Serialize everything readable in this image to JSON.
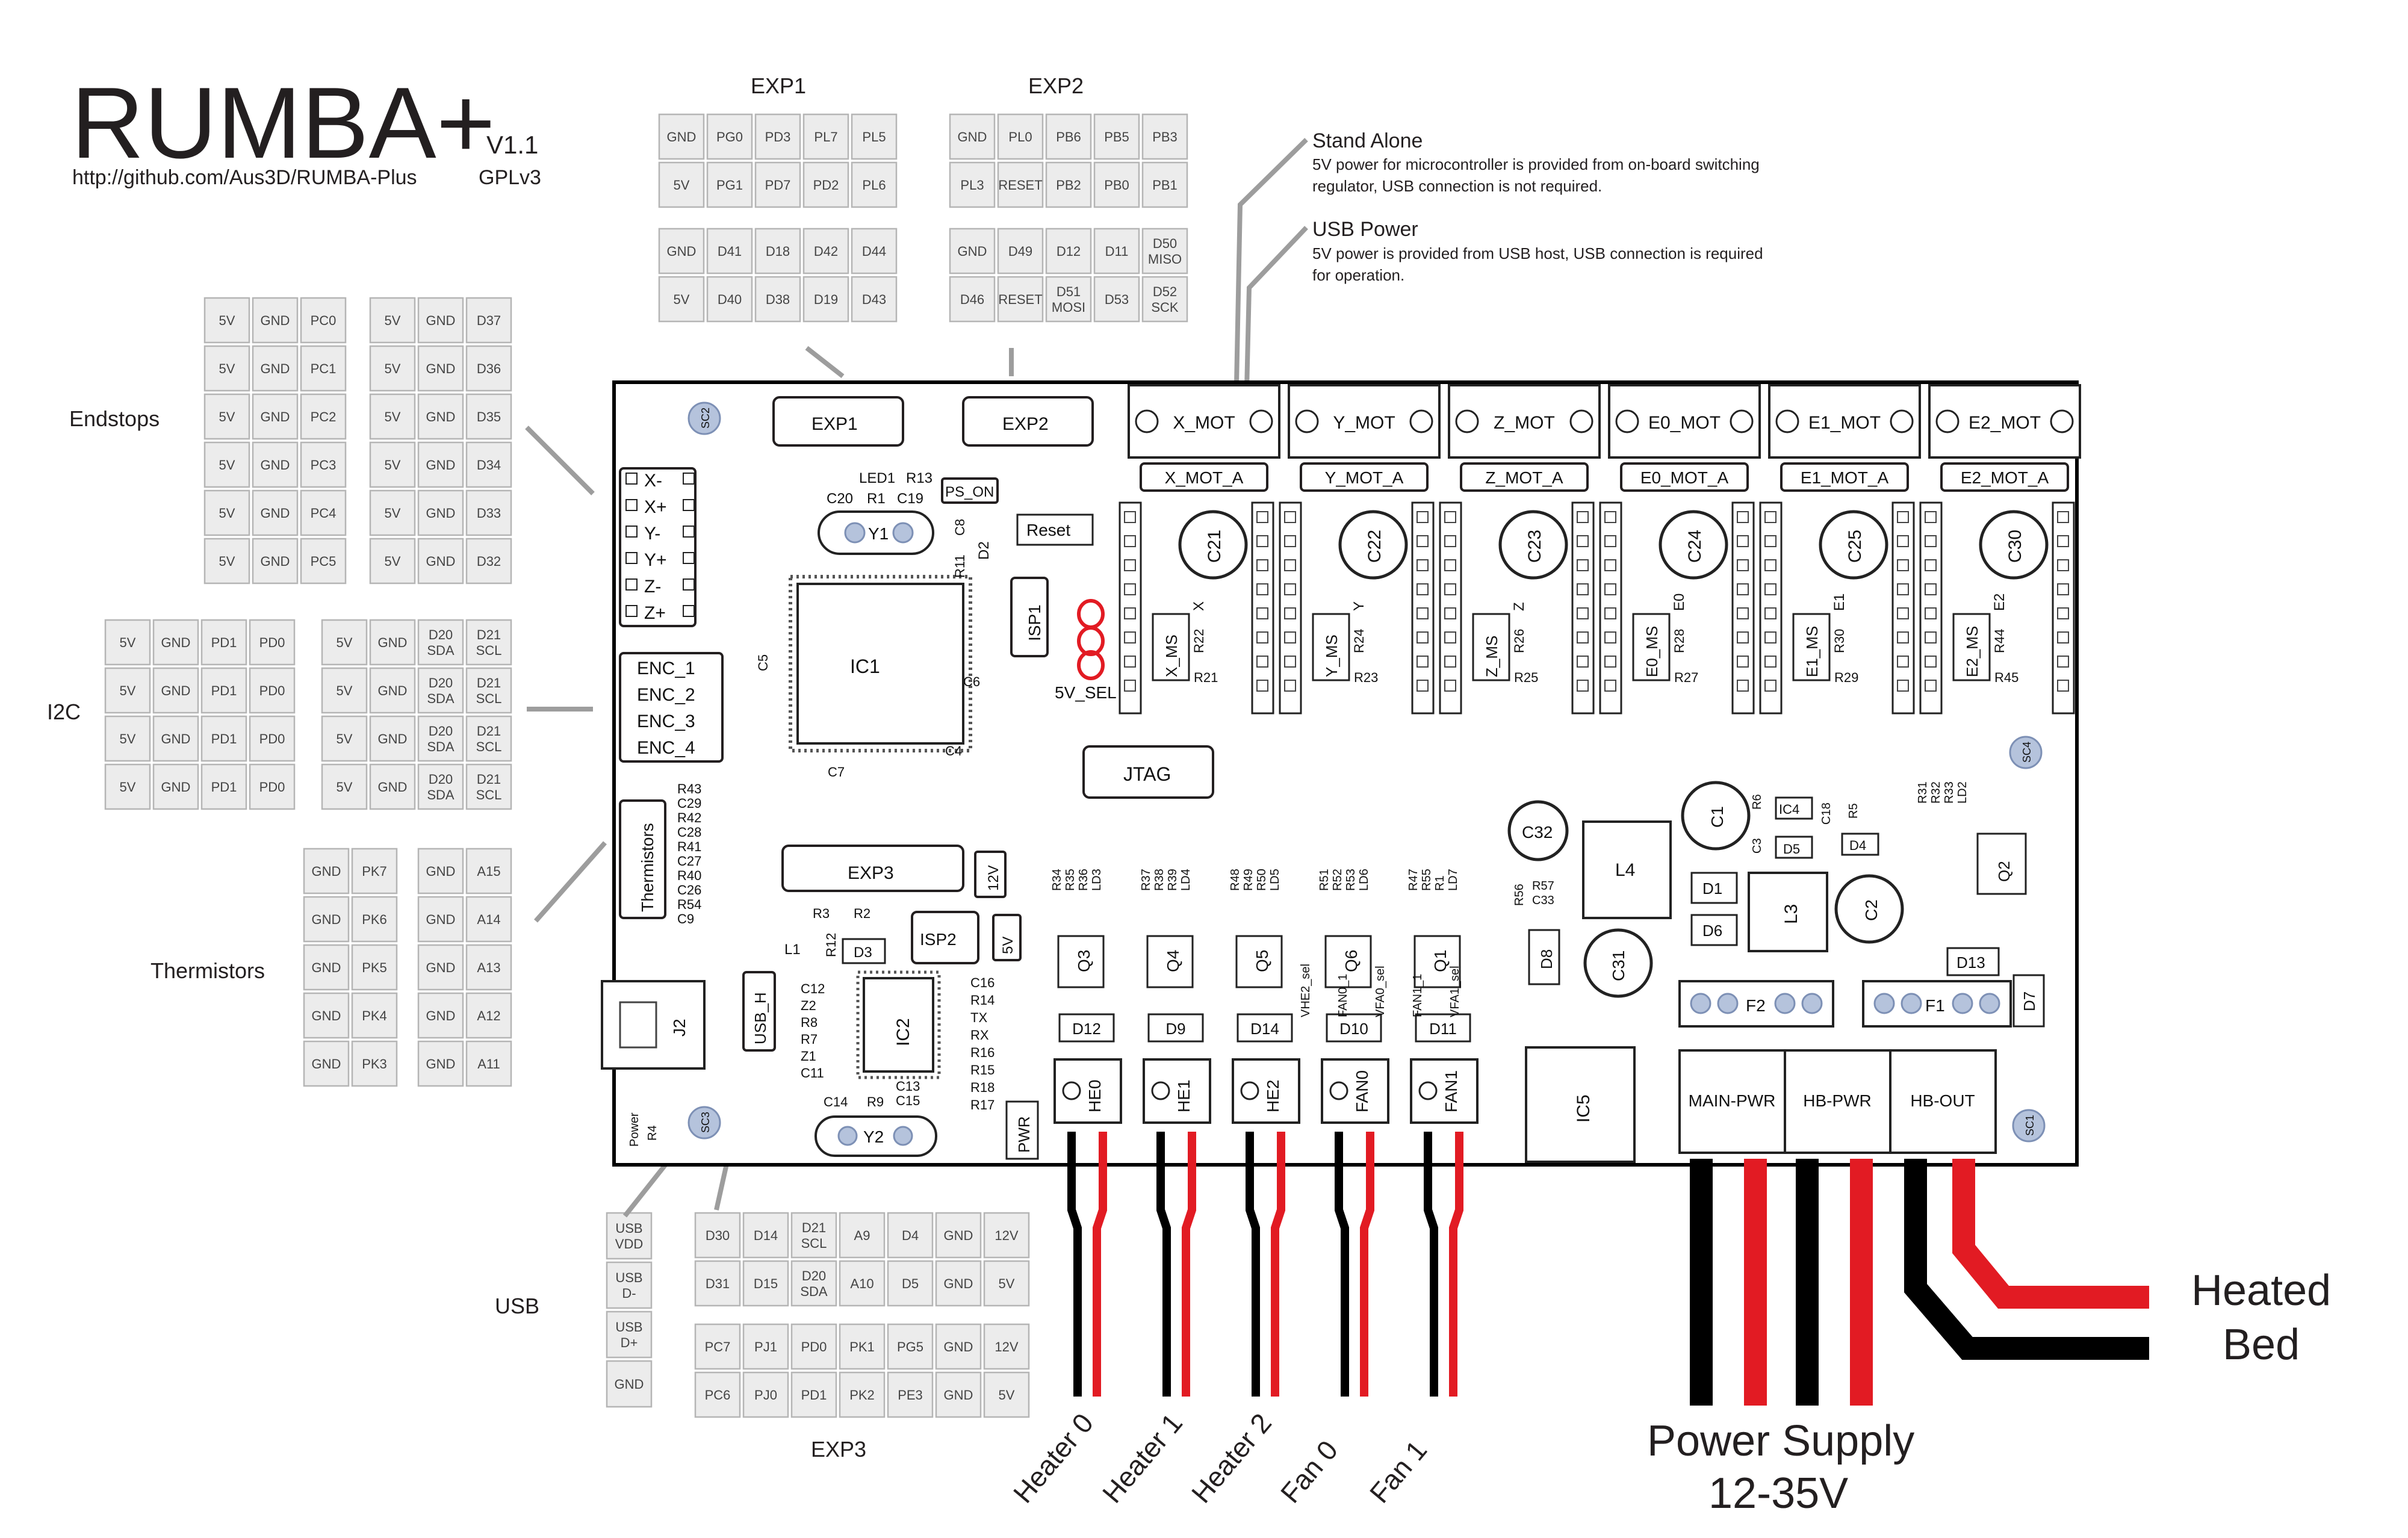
{
  "title": {
    "main": "RUMBA+",
    "version": "V1.1",
    "url": "http://github.com/Aus3D/RUMBA-Plus",
    "license": "GPLv3"
  },
  "headings": {
    "exp1": "EXP1",
    "exp2": "EXP2",
    "exp3": "EXP3",
    "endstops": "Endstops",
    "i2c": "I2C",
    "thermistors": "Thermistors",
    "usb": "USB"
  },
  "notes": {
    "stand_alone_title": "Stand Alone",
    "stand_alone_line1": "5V power for microcontroller is provided from on-board switching",
    "stand_alone_line2": "regulator, USB connection is not required.",
    "usb_power_title": "USB Power",
    "usb_power_line1": "5V power is provided from USB host, USB connection is required",
    "usb_power_line2": "for operation."
  },
  "tables": {
    "exp1_top": [
      [
        "GND",
        "PG0",
        "PD3",
        "PL7",
        "PL5"
      ],
      [
        "5V",
        "PG1",
        "PD7",
        "PD2",
        "PL6"
      ]
    ],
    "exp1_bottom": [
      [
        "GND",
        "D41",
        "D18",
        "D42",
        "D44"
      ],
      [
        "5V",
        "D40",
        "D38",
        "D19",
        "D43"
      ]
    ],
    "exp2_top": [
      [
        "GND",
        "PL0",
        "PB6",
        "PB5",
        "PB3"
      ],
      [
        "PL3",
        "RESET",
        "PB2",
        "PB0",
        "PB1"
      ]
    ],
    "exp2_bottom": [
      [
        "GND",
        "D49",
        "D12",
        "D11",
        "D50\nMISO"
      ],
      [
        "D46",
        "RESET",
        "D51\nMOSI",
        "D53",
        "D52\nSCK"
      ]
    ],
    "endstops_left": [
      [
        "5V",
        "GND",
        "PC0"
      ],
      [
        "5V",
        "GND",
        "PC1"
      ],
      [
        "5V",
        "GND",
        "PC2"
      ],
      [
        "5V",
        "GND",
        "PC3"
      ],
      [
        "5V",
        "GND",
        "PC4"
      ],
      [
        "5V",
        "GND",
        "PC5"
      ]
    ],
    "endstops_right": [
      [
        "5V",
        "GND",
        "D37"
      ],
      [
        "5V",
        "GND",
        "D36"
      ],
      [
        "5V",
        "GND",
        "D35"
      ],
      [
        "5V",
        "GND",
        "D34"
      ],
      [
        "5V",
        "GND",
        "D33"
      ],
      [
        "5V",
        "GND",
        "D32"
      ]
    ],
    "i2c_left": [
      [
        "5V",
        "GND",
        "PD1",
        "PD0"
      ],
      [
        "5V",
        "GND",
        "PD1",
        "PD0"
      ],
      [
        "5V",
        "GND",
        "PD1",
        "PD0"
      ],
      [
        "5V",
        "GND",
        "PD1",
        "PD0"
      ]
    ],
    "i2c_right": [
      [
        "5V",
        "GND",
        "D20\nSDA",
        "D21\nSCL"
      ],
      [
        "5V",
        "GND",
        "D20\nSDA",
        "D21\nSCL"
      ],
      [
        "5V",
        "GND",
        "D20\nSDA",
        "D21\nSCL"
      ],
      [
        "5V",
        "GND",
        "D20\nSDA",
        "D21\nSCL"
      ]
    ],
    "therm_left": [
      [
        "GND",
        "PK7"
      ],
      [
        "GND",
        "PK6"
      ],
      [
        "GND",
        "PK5"
      ],
      [
        "GND",
        "PK4"
      ],
      [
        "GND",
        "PK3"
      ]
    ],
    "therm_right": [
      [
        "GND",
        "A15"
      ],
      [
        "GND",
        "A14"
      ],
      [
        "GND",
        "A13"
      ],
      [
        "GND",
        "A12"
      ],
      [
        "GND",
        "A11"
      ]
    ],
    "usb": [
      [
        "USB\nVDD"
      ],
      [
        "USB\nD-"
      ],
      [
        "USB\nD+"
      ],
      [
        "GND"
      ]
    ],
    "exp3_top": [
      [
        "D30",
        "D14",
        "D21\nSCL",
        "A9",
        "D4",
        "GND",
        "12V"
      ],
      [
        "D31",
        "D15",
        "D20\nSDA",
        "A10",
        "D5",
        "GND",
        "5V"
      ]
    ],
    "exp3_bottom": [
      [
        "PC7",
        "PJ1",
        "PD0",
        "PK1",
        "PG5",
        "GND",
        "12V"
      ],
      [
        "PC6",
        "PJ0",
        "PD1",
        "PK2",
        "PE3",
        "GND",
        "5V"
      ]
    ]
  },
  "board": {
    "headers": {
      "exp1": "EXP1",
      "exp2": "EXP2",
      "exp3": "EXP3",
      "isp1": "ISP1",
      "isp2": "ISP2",
      "jtag": "JTAG",
      "reset": "Reset",
      "ps_on": "PS_ON",
      "sel": "5V_SEL",
      "usb_h": "USB_H",
      "power": "Power",
      "j2": "J2"
    },
    "chips": {
      "ic1": "IC1",
      "ic2": "IC2",
      "ic5": "IC5",
      "y1": "Y1",
      "y2": "Y2",
      "l3": "L3",
      "l4": "L4"
    },
    "endstop_pins": [
      "X-",
      "X+",
      "Y-",
      "Y+",
      "Z-",
      "Z+"
    ],
    "enc_pins": [
      "ENC_1",
      "ENC_2",
      "ENC_3",
      "ENC_4"
    ],
    "thermistor_block": "Thermistors",
    "therm_parts": [
      "R43",
      "C29",
      "R42",
      "C28",
      "R41",
      "C27",
      "R40",
      "C26",
      "R54",
      "C9"
    ],
    "motors": [
      {
        "top": "X_MOT",
        "bottom": "X_MOT_A",
        "cap": "C21",
        "ms": "X_MS",
        "axis": "X",
        "r1": "R22",
        "r2": "R21"
      },
      {
        "top": "Y_MOT",
        "bottom": "Y_MOT_A",
        "cap": "C22",
        "ms": "Y_MS",
        "axis": "Y",
        "r1": "R24",
        "r2": "R23"
      },
      {
        "top": "Z_MOT",
        "bottom": "Z_MOT_A",
        "cap": "C23",
        "ms": "Z_MS",
        "axis": "Z",
        "r1": "R26",
        "r2": "R25"
      },
      {
        "top": "E0_MOT",
        "bottom": "E0_MOT_A",
        "cap": "C24",
        "ms": "E0_MS",
        "axis": "E0",
        "r1": "R28",
        "r2": "R27"
      },
      {
        "top": "E1_MOT",
        "bottom": "E1_MOT_A",
        "cap": "C25",
        "ms": "E1_MS",
        "axis": "E1",
        "r1": "R30",
        "r2": "R29"
      },
      {
        "top": "E2_MOT",
        "bottom": "E2_MOT_A",
        "cap": "C30",
        "ms": "E2_MS",
        "axis": "E2",
        "r1": "R44",
        "r2": "R45"
      }
    ],
    "outputs": [
      {
        "conn": "HE0",
        "fet": "Q3",
        "diode": "D12",
        "wire": "Heater 0"
      },
      {
        "conn": "HE1",
        "fet": "Q4",
        "diode": "D9",
        "wire": "Heater 1"
      },
      {
        "conn": "HE2",
        "fet": "Q5",
        "diode": "D14",
        "wire": "Heater 2"
      },
      {
        "conn": "FAN0",
        "fet": "Q6",
        "diode": "D10",
        "wire": "Fan 0"
      },
      {
        "conn": "FAN1",
        "fet": "Q1",
        "diode": "D11",
        "wire": "Fan 1"
      }
    ],
    "fet_resistors": [
      [
        "R34",
        "R35",
        "R36",
        "LD3"
      ],
      [
        "R37",
        "R38",
        "R39",
        "LD4"
      ],
      [
        "R48",
        "R49",
        "R50",
        "LD5"
      ],
      [
        "R51",
        "R52",
        "R53",
        "LD6"
      ],
      [
        "R47",
        "R55",
        "R1",
        "LD7"
      ]
    ],
    "sel_jumpers": [
      "VHE2_sel",
      "FAN0_1",
      "VFA0_sel",
      "FAN1_1",
      "VFA1_sel"
    ],
    "power_conns": [
      "MAIN-PWR",
      "HB-PWR",
      "HB-OUT"
    ],
    "fuses": [
      "F2",
      "F1"
    ],
    "parts": {
      "led1": "LED1",
      "r13": "R13",
      "c20": "C20",
      "r1": "R1",
      "c19": "C19",
      "c8": "C8",
      "d2": "D2",
      "r11": "R11",
      "c5": "C5",
      "c6": "C6",
      "c7": "C7",
      "c4": "C4",
      "c32": "C32",
      "c1": "C1",
      "c2": "C2",
      "c3": "C3",
      "c31": "C31",
      "c33": "C33",
      "d1": "D1",
      "d4": "D4",
      "d5": "D5",
      "d6": "D6",
      "d7": "D7",
      "d8": "D8",
      "d13": "D13",
      "r5": "R5",
      "r6": "R6",
      "r56": "R56",
      "r57": "R57",
      "ic4": "IC4",
      "c18": "C18",
      "q2": "Q2",
      "r31": "R31",
      "r32": "R32",
      "r33": "R33",
      "ld2": "LD2",
      "r3": "R3",
      "r2": "R2",
      "r12": "R12",
      "l1": "L1",
      "d3": "D3",
      "v12": "12V",
      "v5": "5V",
      "left_col": [
        "C12",
        "Z2",
        "R8",
        "R7",
        "Z1",
        "C11"
      ],
      "right_col": [
        "C16",
        "R14",
        "TX",
        "RX",
        "R16",
        "R15",
        "R18",
        "R17"
      ],
      "c13": "C13",
      "c15": "C15",
      "c14": "C14",
      "r9": "R9",
      "r4": "R4",
      "pwr": "PWR"
    },
    "mounts": [
      "SC2",
      "SC3",
      "SC4",
      "SC1"
    ]
  },
  "wires": {
    "heated_bed_1": "Heated",
    "heated_bed_2": "Bed",
    "psu_1": "Power Supply",
    "psu_2": "12-35V"
  },
  "colors": {
    "wire_red": "#e21b23",
    "wire_black": "#000000",
    "cell_fill": "#ececec",
    "leader": "#9d9d9d",
    "mount": "#b5c3dc"
  }
}
